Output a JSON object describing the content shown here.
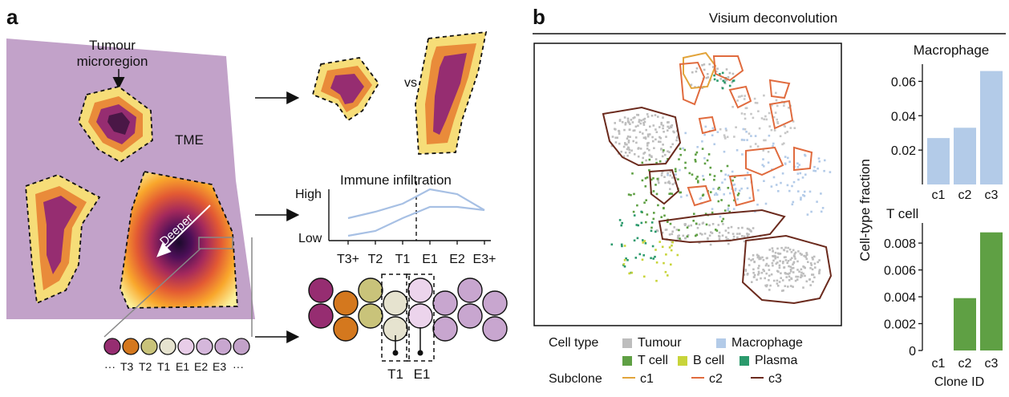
{
  "panel_a": {
    "label": "a",
    "tumour_label_line1": "Tumour",
    "tumour_label_line2": "microregion",
    "tme_label": "TME",
    "vs_label": "vs",
    "deeper_label": "Deeper",
    "infiltration_title": "Immune infiltration",
    "y_high": "High",
    "y_low": "Low",
    "x_ticks": [
      "T3+",
      "T2",
      "T1",
      "E1",
      "E2",
      "E3+"
    ],
    "layer_strip_labels": [
      "···",
      "T3",
      "T2",
      "T1",
      "E1",
      "E2",
      "E3",
      "···"
    ],
    "boundary_labels": [
      "T1",
      "E1"
    ],
    "colors": {
      "tme": "#c2a2c9",
      "layer_yellow": "#f6dd78",
      "layer_orange": "#e98b3a",
      "layer_magenta": "#962d71",
      "layer_dark": "#4a1746",
      "line": "#a7c0e4"
    }
  },
  "panel_b": {
    "label": "b",
    "title": "Visium deconvolution",
    "legend_cell_type_title": "Cell type",
    "legend_cell_types": [
      {
        "name": "Tumour",
        "color": "#bdbdbd"
      },
      {
        "name": "Macrophage",
        "color": "#b3cbe8"
      },
      {
        "name": "T cell",
        "color": "#5fa044"
      },
      {
        "name": "B cell",
        "color": "#c8d43a"
      },
      {
        "name": "Plasma",
        "color": "#2b9a6c"
      }
    ],
    "legend_subclone_title": "Subclone",
    "legend_subclones": [
      {
        "name": "c1",
        "color": "#e2a43b"
      },
      {
        "name": "c2",
        "color": "#e06b3e"
      },
      {
        "name": "c3",
        "color": "#6b2a1d"
      }
    ]
  },
  "chart_data": [
    {
      "type": "bar",
      "title": "Macrophage",
      "categories": [
        "c1",
        "c2",
        "c3"
      ],
      "values": [
        0.027,
        0.033,
        0.066
      ],
      "ylim": [
        0,
        0.07
      ],
      "yticks": [
        "0.02",
        "0.04",
        "0.06"
      ],
      "color": "#b3cbe8"
    },
    {
      "type": "bar",
      "title": "T cell",
      "categories": [
        "c1",
        "c2",
        "c3"
      ],
      "values": [
        0.0,
        0.0039,
        0.0088
      ],
      "ylim": [
        0,
        0.0095
      ],
      "yticks": [
        "0",
        "0.002",
        "0.004",
        "0.006",
        "0.008"
      ],
      "color": "#5fa044",
      "xlabel": "Clone ID"
    }
  ],
  "shared_ylabel": "Cell-type fraction"
}
